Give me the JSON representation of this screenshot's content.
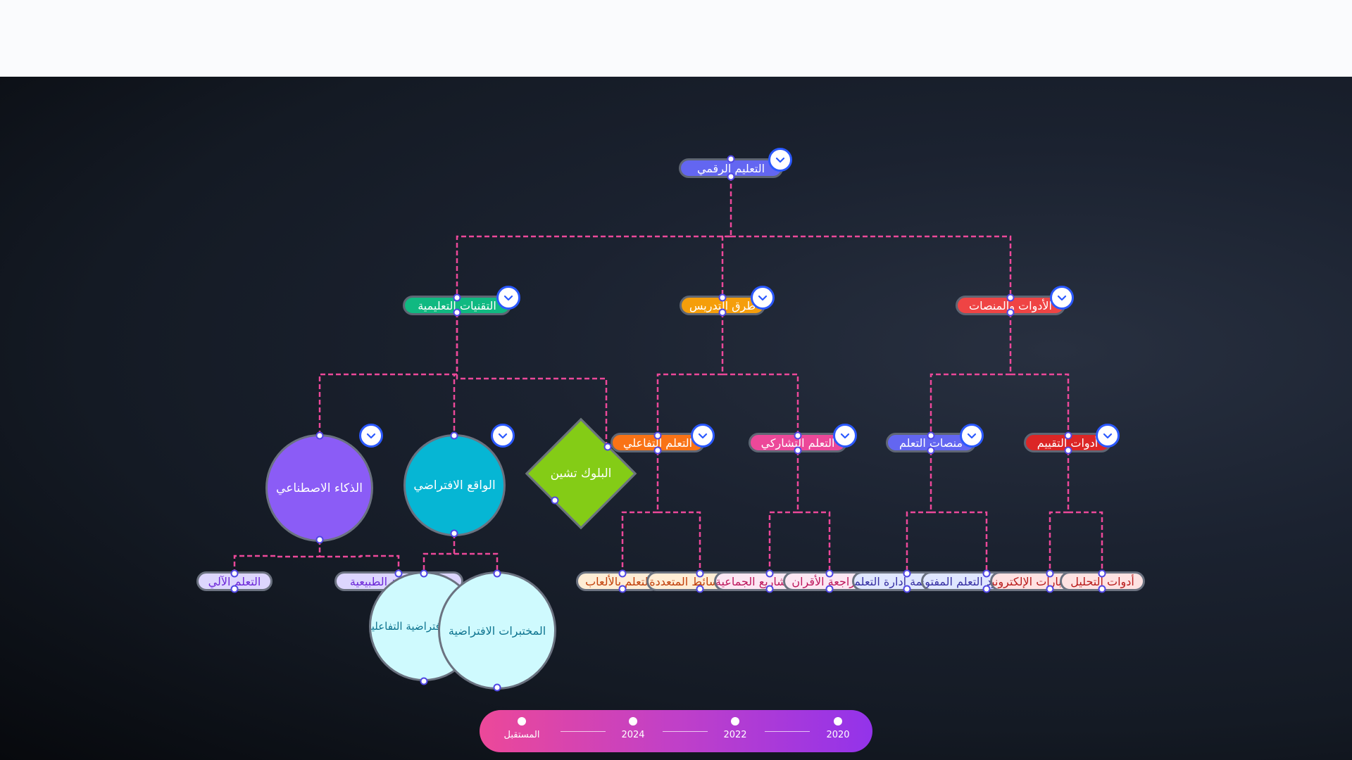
{
  "root": {
    "label": "التعليم الرقمي",
    "color": "#6366f1"
  },
  "level1": {
    "tech": {
      "label": "التقنيات التعليمية",
      "color": "#10b981"
    },
    "methods": {
      "label": "طرق التدريس",
      "color": "#f59e0b"
    },
    "tools": {
      "label": "الأدوات والمنصات",
      "color": "#ef4444"
    }
  },
  "tech_children": {
    "ai": {
      "label": "الذكاء الاصطناعي",
      "color": "#8b5cf6"
    },
    "vr": {
      "label": "الواقع الافتراضي",
      "color": "#06b6d4"
    },
    "blockchain": {
      "label": "البلوك تشين",
      "color": "#84cc16"
    }
  },
  "ai_children": {
    "ml": {
      "label": "التعلم الآلي"
    },
    "nlp": {
      "label": "معالجة اللغة الطبيعية"
    }
  },
  "vr_children": {
    "interactive": {
      "label": "البيئات الافتراضية التفاعلية"
    },
    "labs": {
      "label": "المختبرات الافتراضية"
    }
  },
  "methods_children": {
    "interactive": {
      "label": "التعلم التفاعلي",
      "color": "#f97316"
    },
    "participatory": {
      "label": "التعلم التشاركي",
      "color": "#ec4899"
    }
  },
  "interactive_children": {
    "games": {
      "label": "التعلم بالألعاب"
    },
    "multimedia": {
      "label": "الوسائط المتعددة"
    }
  },
  "participatory_children": {
    "group": {
      "label": "المشاريع الجماعية"
    },
    "peer": {
      "label": "مراجعة الأقران"
    }
  },
  "tools_children": {
    "platforms": {
      "label": "منصات التعلم",
      "color": "#6366f1"
    },
    "assessment": {
      "label": "أدوات التقييم",
      "color": "#dc2626"
    }
  },
  "platforms_children": {
    "lms": {
      "label": "أنظمة إدارة التعلم"
    },
    "open": {
      "label": "موارد التعلم المفتوح"
    }
  },
  "assessment_children": {
    "etests": {
      "label": "الاختبارات الإلكترونية"
    },
    "analytics": {
      "label": "أدوات التحليل"
    }
  },
  "colors": {
    "edge": "#ec4899",
    "handle": "#4f46e5",
    "toggle_border": "#2b59ff"
  },
  "timeline": {
    "items": [
      {
        "label": "المستقبل"
      },
      {
        "label": "2024"
      },
      {
        "label": "2022"
      },
      {
        "label": "2020"
      }
    ]
  }
}
